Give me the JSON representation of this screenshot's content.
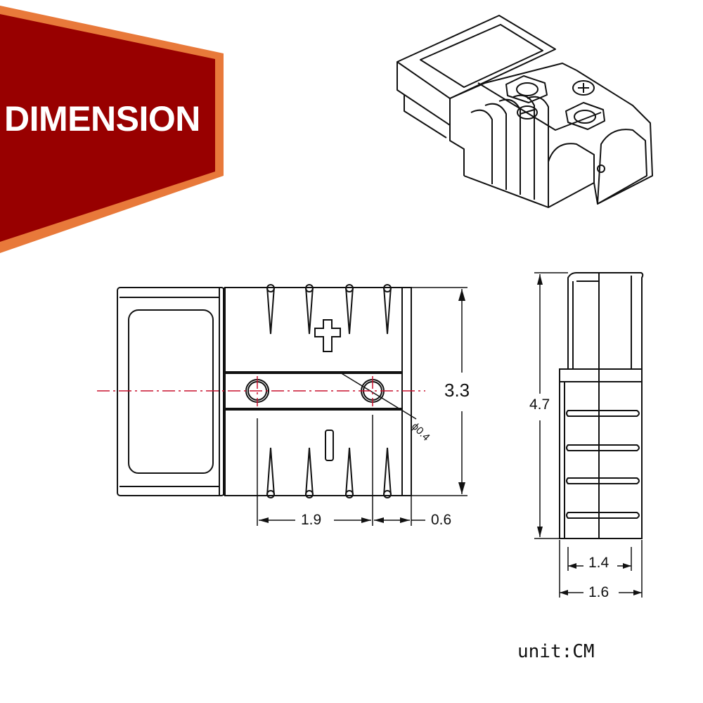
{
  "banner": {
    "title": "DIMENSION",
    "fill_color": "#980000",
    "border_color": "#E8793A"
  },
  "diagram": {
    "subject": "Battery power connector (isometric view, top view, side view)",
    "views": [
      "isometric-view",
      "top-view",
      "side-view"
    ],
    "top_view": {
      "height_label": "3.3",
      "hole_spacing_label": "1.9",
      "edge_offset_label": "0.6",
      "hole_diameter_label": "ϕ0.4",
      "centerline_color": "#C8102E"
    },
    "side_view": {
      "height_label": "4.7",
      "inner_width_label": "1.4",
      "outer_width_label": "1.6"
    },
    "unit_label": "unit:CM"
  }
}
